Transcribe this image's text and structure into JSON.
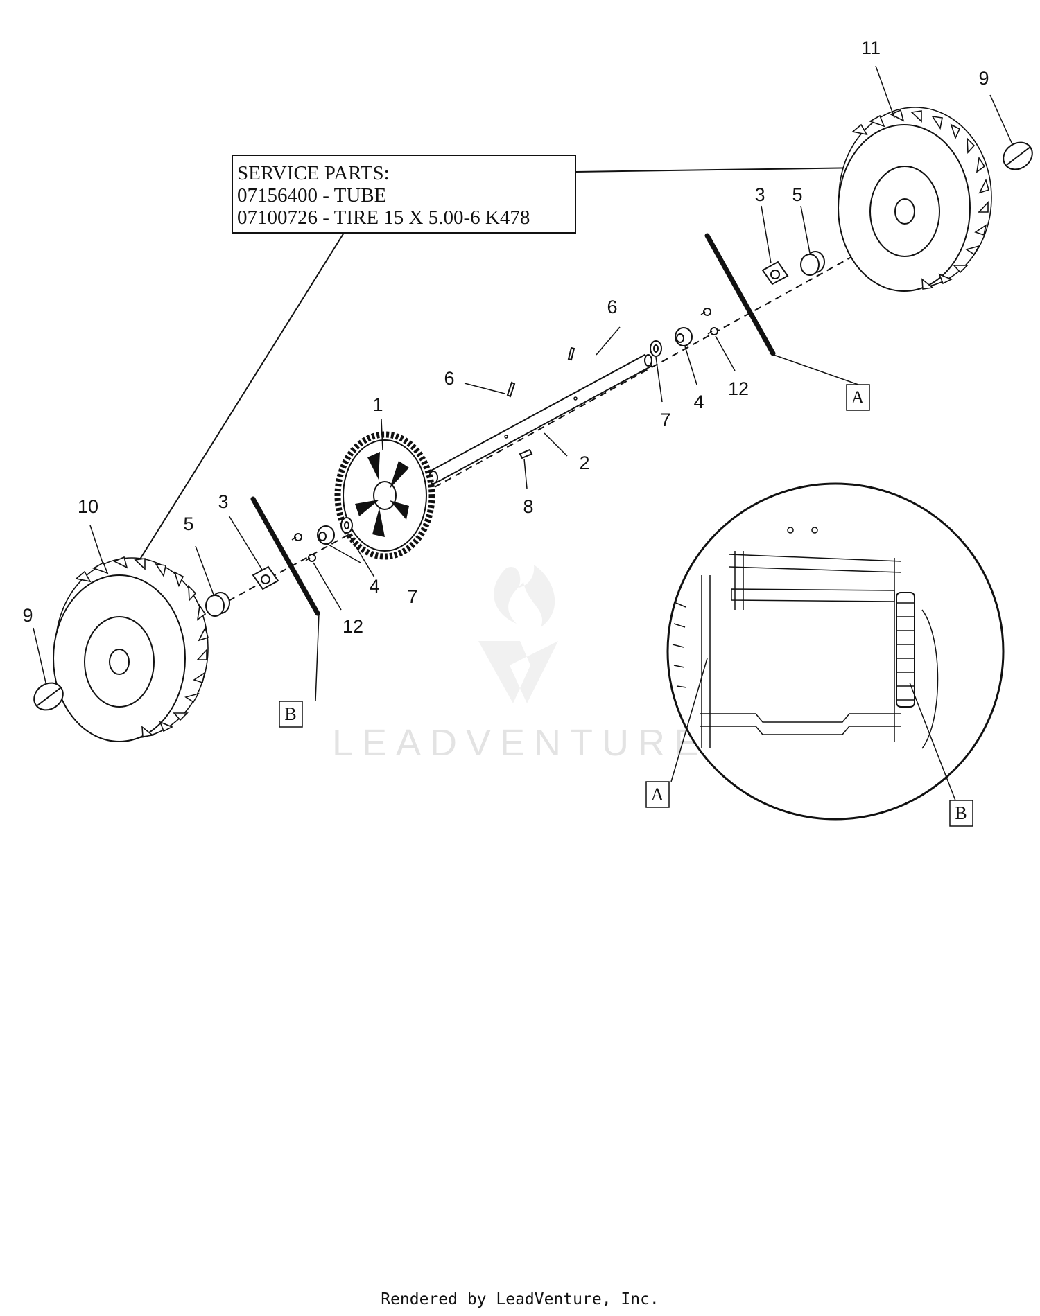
{
  "service_box": {
    "line1": "SERVICE PARTS:",
    "line2": "07156400 - TUBE",
    "line3": "07100726 - TIRE 15 X 5.00-6 K478"
  },
  "callouts": {
    "c1": "1",
    "c2": "2",
    "c3_left": "3",
    "c3_right": "3",
    "c4_left": "4",
    "c4_right": "4",
    "c5_left": "5",
    "c5_right": "5",
    "c6_upper": "6",
    "c6_lower": "6",
    "c7_left": "7",
    "c7_right": "7",
    "c8": "8",
    "c9_left": "9",
    "c9_right": "9",
    "c10": "10",
    "c11": "11",
    "c12_left": "12",
    "c12_right": "12"
  },
  "refs": {
    "a_main": "A",
    "b_main": "B",
    "a_detail": "A",
    "b_detail": "B"
  },
  "watermark": "LEADVENTURE",
  "footer": "Rendered by LeadVenture, Inc."
}
